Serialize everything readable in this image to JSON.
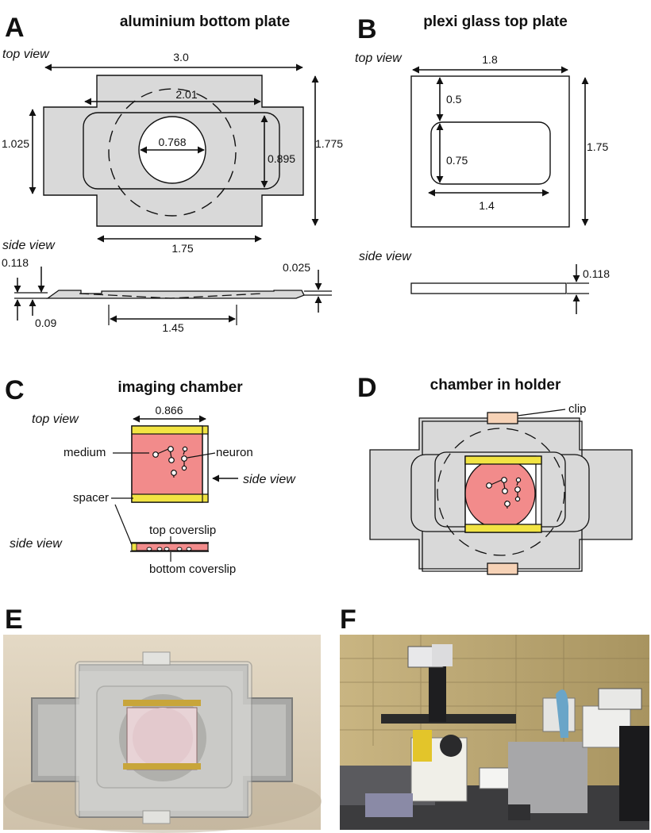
{
  "panels": {
    "A": {
      "letter": "A",
      "title": "aluminium bottom plate",
      "top_view": "top view",
      "side_view": "side view",
      "dims": {
        "overall_width": "3.0",
        "slot_width": "2.01",
        "hole_diameter": "0.768",
        "outer_height": "1.025",
        "inner_height": "0.895",
        "total_height": "1.775",
        "bottom_width": "1.75",
        "thickness": "0.118",
        "step": "0.09",
        "lip": "0.025",
        "recess_width": "1.45"
      }
    },
    "B": {
      "letter": "B",
      "title": "plexi glass top plate",
      "top_view": "top view",
      "side_view": "side view",
      "dims": {
        "width": "1.8",
        "offset": "0.5",
        "window_height": "0.75",
        "window_width": "1.4",
        "height": "1.75",
        "thickness": "0.118"
      }
    },
    "C": {
      "letter": "C",
      "title": "imaging chamber",
      "top_view": "top view",
      "side_view": "side view",
      "dims": {
        "width": "0.866"
      },
      "labels": {
        "medium": "medium",
        "neuron": "neuron",
        "side_view_arrow": "side view",
        "spacer": "spacer",
        "top_coverslip": "top coverslip",
        "bottom_coverslip": "bottom coverslip"
      }
    },
    "D": {
      "letter": "D",
      "title": "chamber in holder",
      "labels": {
        "clip": "clip"
      }
    },
    "E": {
      "letter": "E"
    },
    "F": {
      "letter": "F"
    }
  },
  "colors": {
    "plate_fill": "#d9d9d9",
    "medium": "#f28b8b",
    "spacer": "#f2e443",
    "clip": "#f6d2b6",
    "outline": "#111111"
  }
}
